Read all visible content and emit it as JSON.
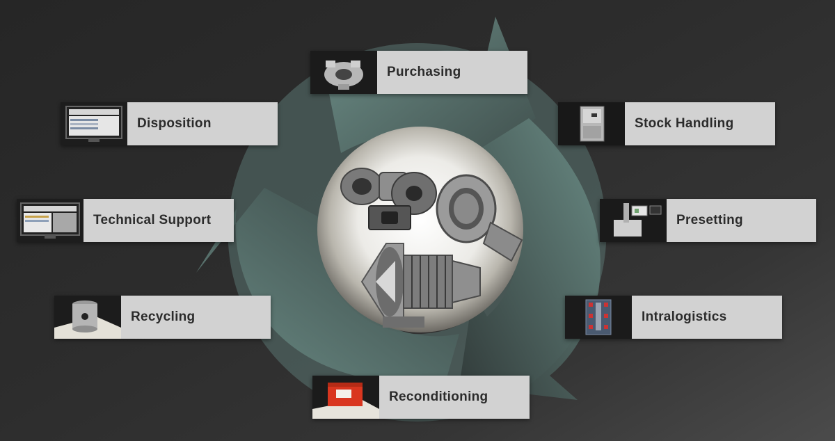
{
  "colors": {
    "arrow_light": "#6f928b",
    "arrow_dark": "#3c4a48",
    "label_bg": "#d2d2d2",
    "label_text": "#2b2b2b",
    "thumb_bg": "#1d1d1d"
  },
  "stages": [
    {
      "id": "purchasing",
      "label": "Purchasing",
      "icon": "turbocharger-icon"
    },
    {
      "id": "stock-handling",
      "label": "Stock Handling",
      "icon": "storage-cabinet-icon"
    },
    {
      "id": "presetting",
      "label": "Presetting",
      "icon": "presetting-machine-icon"
    },
    {
      "id": "intralogistics",
      "label": "Intralogistics",
      "icon": "tool-rack-icon"
    },
    {
      "id": "reconditioning",
      "label": "Reconditioning",
      "icon": "red-container-icon"
    },
    {
      "id": "recycling",
      "label": "Recycling",
      "icon": "recycling-bin-icon"
    },
    {
      "id": "technical-support",
      "label": "Technical Support",
      "icon": "monitor-icon"
    },
    {
      "id": "disposition",
      "label": "Disposition",
      "icon": "monitor-icon"
    }
  ],
  "center": {
    "icon": "turbine-components-icon"
  }
}
